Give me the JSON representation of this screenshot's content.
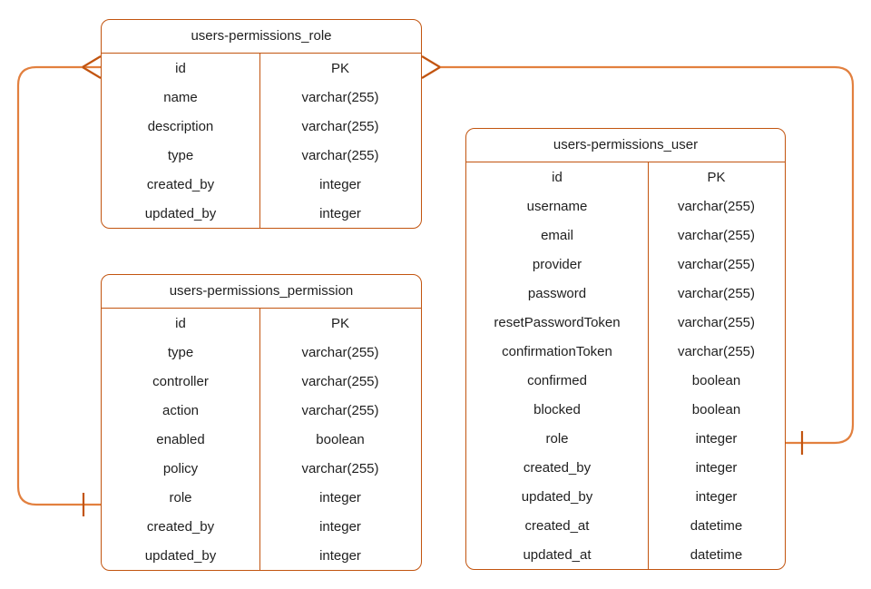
{
  "diagram": {
    "type": "er-diagram",
    "colors": {
      "entity_border": "#c2540f",
      "relationship_line": "#e2803f",
      "text": "#1f1f1f",
      "background": "#ffffff"
    },
    "entities": [
      {
        "id": "role",
        "title": "users-permissions_role",
        "columns": [
          {
            "name": "id",
            "type": "PK"
          },
          {
            "name": "name",
            "type": "varchar(255)"
          },
          {
            "name": "description",
            "type": "varchar(255)"
          },
          {
            "name": "type",
            "type": "varchar(255)"
          },
          {
            "name": "created_by",
            "type": "integer"
          },
          {
            "name": "updated_by",
            "type": "integer"
          }
        ]
      },
      {
        "id": "permission",
        "title": "users-permissions_permission",
        "columns": [
          {
            "name": "id",
            "type": "PK"
          },
          {
            "name": "type",
            "type": "varchar(255)"
          },
          {
            "name": "controller",
            "type": "varchar(255)"
          },
          {
            "name": "action",
            "type": "varchar(255)"
          },
          {
            "name": "enabled",
            "type": "boolean"
          },
          {
            "name": "policy",
            "type": "varchar(255)"
          },
          {
            "name": "role",
            "type": "integer"
          },
          {
            "name": "created_by",
            "type": "integer"
          },
          {
            "name": "updated_by",
            "type": "integer"
          }
        ]
      },
      {
        "id": "user",
        "title": "users-permissions_user",
        "columns": [
          {
            "name": "id",
            "type": "PK"
          },
          {
            "name": "username",
            "type": "varchar(255)"
          },
          {
            "name": "email",
            "type": "varchar(255)"
          },
          {
            "name": "provider",
            "type": "varchar(255)"
          },
          {
            "name": "password",
            "type": "varchar(255)"
          },
          {
            "name": "resetPasswordToken",
            "type": "varchar(255)"
          },
          {
            "name": "confirmationToken",
            "type": "varchar(255)"
          },
          {
            "name": "confirmed",
            "type": "boolean"
          },
          {
            "name": "blocked",
            "type": "boolean"
          },
          {
            "name": "role",
            "type": "integer"
          },
          {
            "name": "created_by",
            "type": "integer"
          },
          {
            "name": "updated_by",
            "type": "integer"
          },
          {
            "name": "created_at",
            "type": "datetime"
          },
          {
            "name": "updated_at",
            "type": "datetime"
          }
        ]
      }
    ],
    "relationships": [
      {
        "id": "role-to-permission",
        "from_entity": "role",
        "from_column": "id",
        "from_marker": "crows-foot",
        "to_entity": "permission",
        "to_column": "role",
        "to_marker": "one"
      },
      {
        "id": "role-to-user",
        "from_entity": "role",
        "from_column": "id",
        "from_marker": "crows-foot",
        "to_entity": "user",
        "to_column": "role",
        "to_marker": "one"
      }
    ]
  }
}
